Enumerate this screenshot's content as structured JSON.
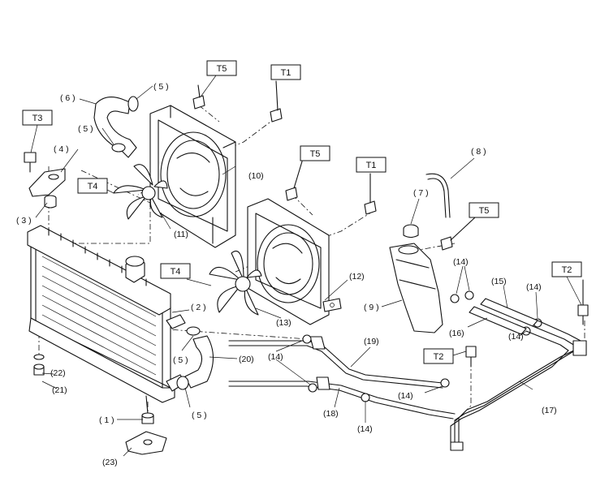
{
  "part_labels": {
    "p1": "( 1 )",
    "p2": "( 2 )",
    "p3": "( 3 )",
    "p4": "( 4 )",
    "p5a": "( 5 )",
    "p5b": "( 5 )",
    "p5c": "( 5 )",
    "p5d": "( 5 )",
    "p6": "( 6 )",
    "p7": "( 7 )",
    "p8": "( 8 )",
    "p9": "( 9 )",
    "p10": "(10)",
    "p11": "(11)",
    "p12": "(12)",
    "p13": "(13)",
    "p14a": "(14)",
    "p14b": "(14)",
    "p14c": "(14)",
    "p14d": "(14)",
    "p14e": "(14)",
    "p14f": "(14)",
    "p15": "(15)",
    "p16": "(16)",
    "p17": "(17)",
    "p18": "(18)",
    "p19": "(19)",
    "p20": "(20)",
    "p21": "(21)",
    "p22": "(22)",
    "p23": "(23)"
  },
  "torque_tags": {
    "t3": "T3",
    "t5a": "T5",
    "t5b": "T5",
    "t5c": "T5",
    "t1a": "T1",
    "t1b": "T1",
    "t4a": "T4",
    "t4b": "T4",
    "t2a": "T2",
    "t2b": "T2"
  }
}
